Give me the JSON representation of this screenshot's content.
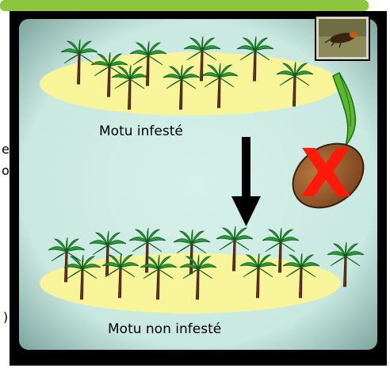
{
  "labels": {
    "top_island": "Motu infesté",
    "bottom_island": "Motu non infesté",
    "cross_mark": "X"
  },
  "side_fragments": [
    "es",
    "on",
    ")"
  ],
  "colors": {
    "top_banner": "#8cc63f",
    "frame": "#000000",
    "panel_bg": "#c8e8e0",
    "island_fill": "#f8f49a",
    "palm_leaf": "#2b9a3a",
    "palm_trunk": "#6b3a1e",
    "coconut": "#9a6030",
    "sprout": "#5cb832",
    "cross": "#ff1a0a",
    "arrow": "#000000"
  },
  "icons": [
    "beetle-photo",
    "sprouting-coconut-icon",
    "down-arrow-icon",
    "palm-tree-icon"
  ]
}
